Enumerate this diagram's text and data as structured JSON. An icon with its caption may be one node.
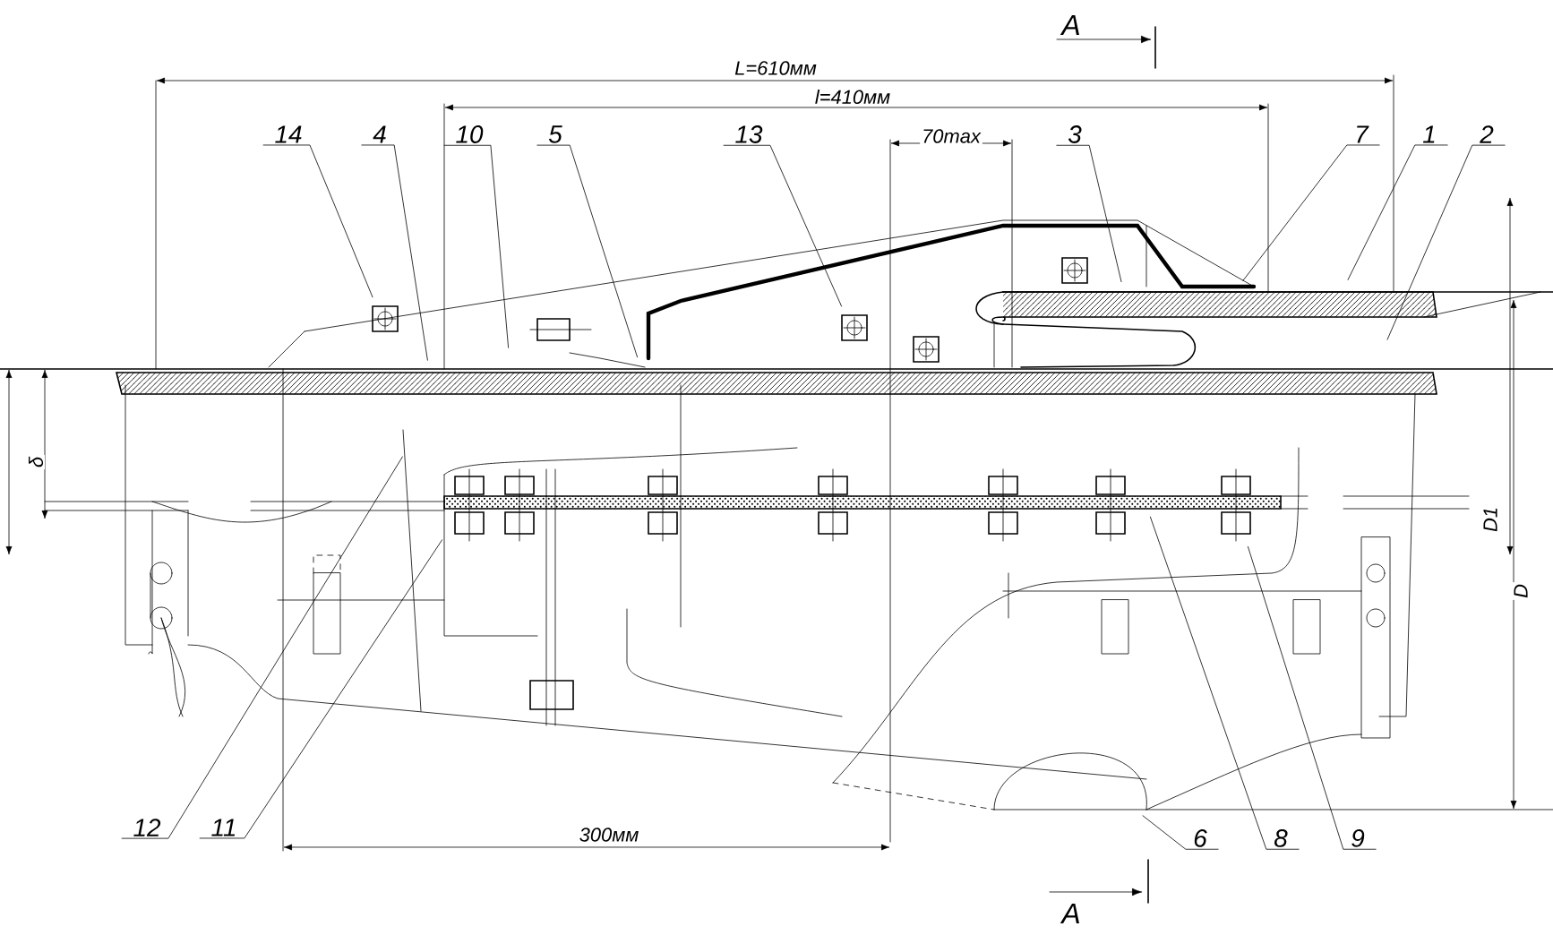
{
  "diagram": {
    "nodes": [
      {
        "text": [
          "14"
        ]
      },
      {
        "text": [
          "4"
        ]
      },
      {
        "text": [
          "10"
        ]
      },
      {
        "text": [
          "5"
        ]
      },
      {
        "text": [
          "13"
        ]
      },
      {
        "text": [
          "3"
        ]
      },
      {
        "text": [
          "7"
        ]
      },
      {
        "text": [
          "1"
        ]
      },
      {
        "text": [
          "2"
        ]
      },
      {
        "text": [
          "12"
        ]
      },
      {
        "text": [
          "11"
        ]
      },
      {
        "text": [
          "6"
        ]
      },
      {
        "text": [
          "8"
        ]
      },
      {
        "text": [
          "9"
        ]
      }
    ],
    "edges": [
      {
        "from": 0,
        "to": null,
        "arrow": "none"
      },
      {
        "from": 1,
        "to": null,
        "arrow": "none"
      },
      {
        "from": 2,
        "to": null,
        "arrow": "none"
      },
      {
        "from": 3,
        "to": null,
        "arrow": "none"
      },
      {
        "from": 4,
        "to": null,
        "arrow": "none"
      },
      {
        "from": 5,
        "to": null,
        "arrow": "none"
      },
      {
        "from": 6,
        "to": null,
        "arrow": "none"
      },
      {
        "from": 7,
        "to": null,
        "arrow": "none"
      },
      {
        "from": 8,
        "to": null,
        "arrow": "none"
      },
      {
        "from": 9,
        "to": null,
        "arrow": "none"
      },
      {
        "from": 10,
        "to": null,
        "arrow": "none"
      },
      {
        "from": 11,
        "to": null,
        "arrow": "none"
      },
      {
        "from": 12,
        "to": null,
        "arrow": "none"
      },
      {
        "from": 13,
        "to": null,
        "arrow": "none"
      }
    ],
    "labels": [
      "A",
      "L=610мм",
      "l=410мм",
      "70max",
      "δ",
      "D1",
      "D",
      "300мм",
      "A"
    ]
  }
}
